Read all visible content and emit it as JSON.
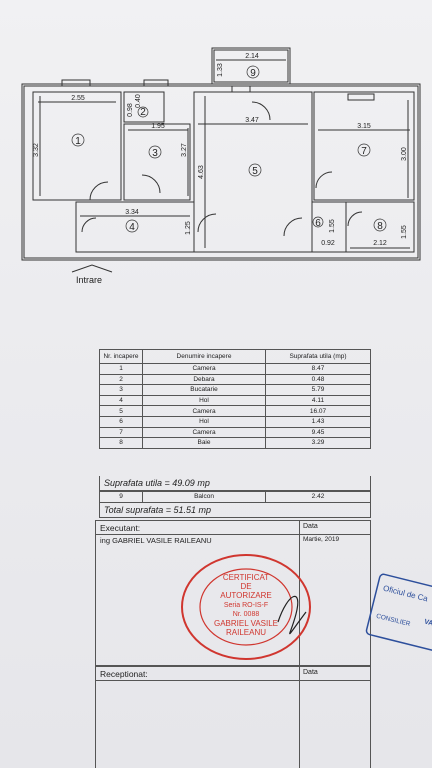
{
  "plan": {
    "rooms": [
      "1",
      "2",
      "3",
      "4",
      "5",
      "6",
      "7",
      "8",
      "9"
    ],
    "dims": {
      "d255": "2.55",
      "d332": "3.32",
      "d098": "0.98",
      "d040": "0.40",
      "d195": "1.95",
      "d327": "3.27",
      "d334": "3.34",
      "d125": "1.25",
      "d347": "3.47",
      "d463": "4.63",
      "d214": "2.14",
      "d133": "1.33",
      "d315": "3.15",
      "d300": "3.00",
      "d155a": "1.55",
      "d155b": "1.55",
      "d092": "0.92",
      "d212": "2.12"
    },
    "entrance_label": "Intrare"
  },
  "table": {
    "headers": [
      "Nr. incapere",
      "Denumire incapere",
      "Suprafata utila (mp)"
    ],
    "rows": [
      {
        "nr": "1",
        "name": "Camera",
        "area": "8.47"
      },
      {
        "nr": "2",
        "name": "Debara",
        "area": "0.48"
      },
      {
        "nr": "3",
        "name": "Bucatarie",
        "area": "5.79"
      },
      {
        "nr": "4",
        "name": "Hol",
        "area": "4.11"
      },
      {
        "nr": "5",
        "name": "Camera",
        "area": "16.07"
      },
      {
        "nr": "6",
        "name": "Hol",
        "area": "1.43"
      },
      {
        "nr": "7",
        "name": "Camera",
        "area": "9.45"
      },
      {
        "nr": "8",
        "name": "Baie",
        "area": "3.29"
      }
    ],
    "util_total": "Suprafata utila = 49.09 mp",
    "balcony": {
      "nr": "9",
      "name": "Balcon",
      "area": "2.42"
    },
    "grand_total": "Total suprafata = 51.51 mp"
  },
  "executant": {
    "label": "Executant:",
    "date_label": "Data",
    "name": "ing GABRIEL VASILE RAILEANU",
    "date": "Martie, 2019"
  },
  "receptionat": {
    "label": "Receptionat:",
    "date_label": "Data"
  },
  "stamp": {
    "lines": [
      "CERTIFICAT",
      "DE",
      "AUTORIZARE",
      "Seria RO-IS-F",
      "Nr. 0088",
      "GABRIEL VASILE",
      "RAILEANU"
    ],
    "color": "#d0362f"
  },
  "stamp2": {
    "lines": [
      "Oficiul de Ca",
      "CONSILIER",
      "VA"
    ],
    "color": "#2d4f9c"
  },
  "colors": {
    "ink": "#222222",
    "stamp_red": "#d0362f",
    "stamp_blue": "#2d4f9c"
  }
}
